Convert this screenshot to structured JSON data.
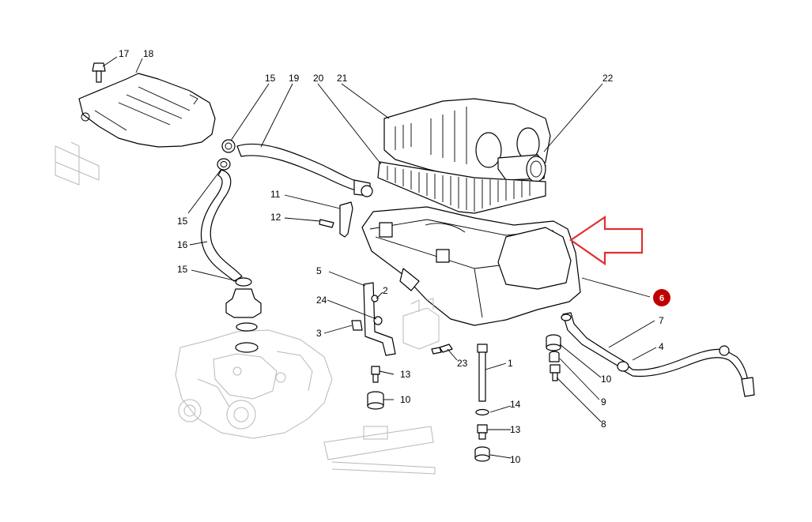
{
  "labels": {
    "p1": "1",
    "p2": "2",
    "p3": "3",
    "p4": "4",
    "p5": "5",
    "p6": "6",
    "p7": "7",
    "p8": "8",
    "p9": "9",
    "p10a": "10",
    "p10b": "10",
    "p10c": "10",
    "p11": "11",
    "p12": "12",
    "p13a": "13",
    "p13b": "13",
    "p14": "14",
    "p15a": "15",
    "p15b": "15",
    "p15c": "15",
    "p16": "16",
    "p17": "17",
    "p18": "18",
    "p19": "19",
    "p20": "20",
    "p21": "21",
    "p22": "22",
    "p23": "23",
    "p24": "24"
  },
  "colors": {
    "highlight_badge": "#c00000",
    "arrow_outline": "#e03030",
    "line": "#000000",
    "faint_line": "#b8b8b8"
  }
}
